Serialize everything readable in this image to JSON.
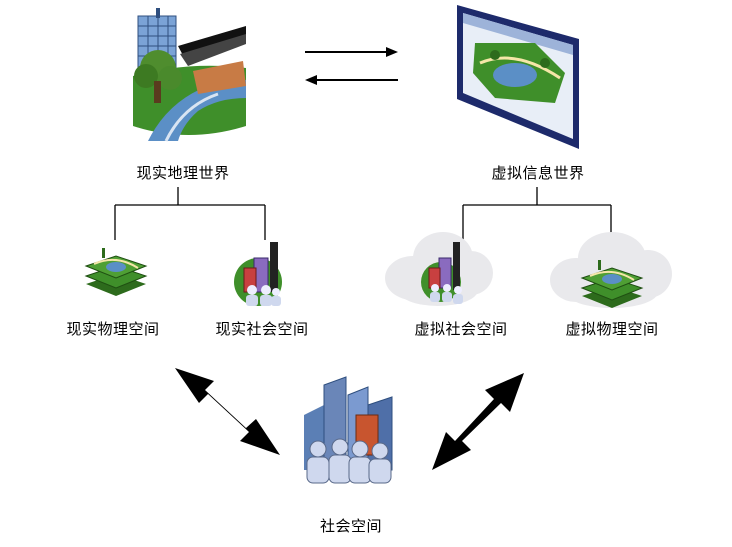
{
  "top": {
    "real_world": {
      "label": "现实地理世界",
      "icon": "real-landscape-icon"
    },
    "virtual_world": {
      "label": "虚拟信息世界",
      "icon": "virtual-screen-icon"
    },
    "link": {
      "icon": "bidirectional-arrows-icon"
    }
  },
  "middle": {
    "real_physical": {
      "label": "现实物理空间",
      "icon": "map-layers-icon"
    },
    "real_social": {
      "label": "现实社会空间",
      "icon": "city-people-icon"
    },
    "virtual_social": {
      "label": "虚拟社会空间",
      "icon": "cloud-city-people-icon"
    },
    "virtual_physical": {
      "label": "虚拟物理空间",
      "icon": "cloud-map-layers-icon"
    }
  },
  "bottom": {
    "social_space": {
      "label": "社会空间",
      "icon": "crowd-city-icon"
    }
  },
  "colors": {
    "grass": "#3f8f2a",
    "water": "#5b8fc6",
    "building": "#6a86b8",
    "arrow": "#111111"
  }
}
